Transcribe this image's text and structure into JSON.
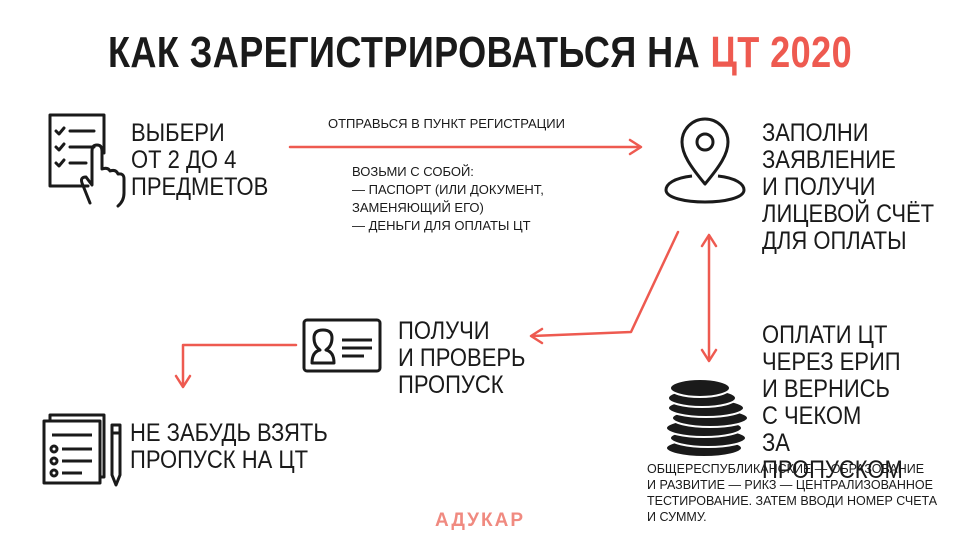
{
  "title": {
    "main": "КАК ЗАРЕГИСТРИРОВАТЬСЯ НА ",
    "accent": "ЦТ 2020"
  },
  "steps": {
    "choose": "ВЫБЕРИ\nОТ 2 ДО 4\nПРЕДМЕТОВ",
    "fill": "ЗАПОЛНИ\nЗАЯВЛЕНИЕ\nИ ПОЛУЧИ\nЛИЦЕВОЙ СЧЁТ\nДЛЯ ОПЛАТЫ",
    "pay": "ОПЛАТИ ЦТ\nЧЕРЕЗ ЕРИП\nИ ВЕРНИСЬ\nС ЧЕКОМ\nЗА ПРОПУСКОМ",
    "pass": "ПОЛУЧИ\nИ ПРОВЕРЬ\nПРОПУСК",
    "remember": "НЕ ЗАБУДЬ ВЗЯТЬ\nПРОПУСК НА ЦТ"
  },
  "notes": {
    "go": "ОТПРАВЬСЯ В ПУНКТ РЕГИСТРАЦИИ",
    "take": "ВОЗЬМИ С СОБОЙ:\n— ПАСПОРТ (ИЛИ ДОКУМЕНТ,\nЗАМЕНЯЮЩИЙ ЕГО)\n— ДЕНЬГИ ДЛЯ ОПЛАТЫ ЦТ",
    "payment_path": "ОБЩЕРЕСПУБЛИКАНСКИЕ — ОБРАЗОВАНИЕ\nИ РАЗВИТИЕ — РИКЗ — ЦЕНТРАЛИЗОВАННОЕ\nТЕСТИРОВАНИЕ. ЗАТЕМ ВВОДИ НОМЕР СЧЕТА\nИ СУММУ."
  },
  "brand": "АДУКАР",
  "colors": {
    "accent": "#ee5a50",
    "text": "#1a1a1a",
    "brand": "#f08a80"
  },
  "icons": [
    "checklist-hand-icon",
    "map-pin-icon",
    "coin-stack-icon",
    "id-card-icon",
    "document-pencil-icon"
  ]
}
